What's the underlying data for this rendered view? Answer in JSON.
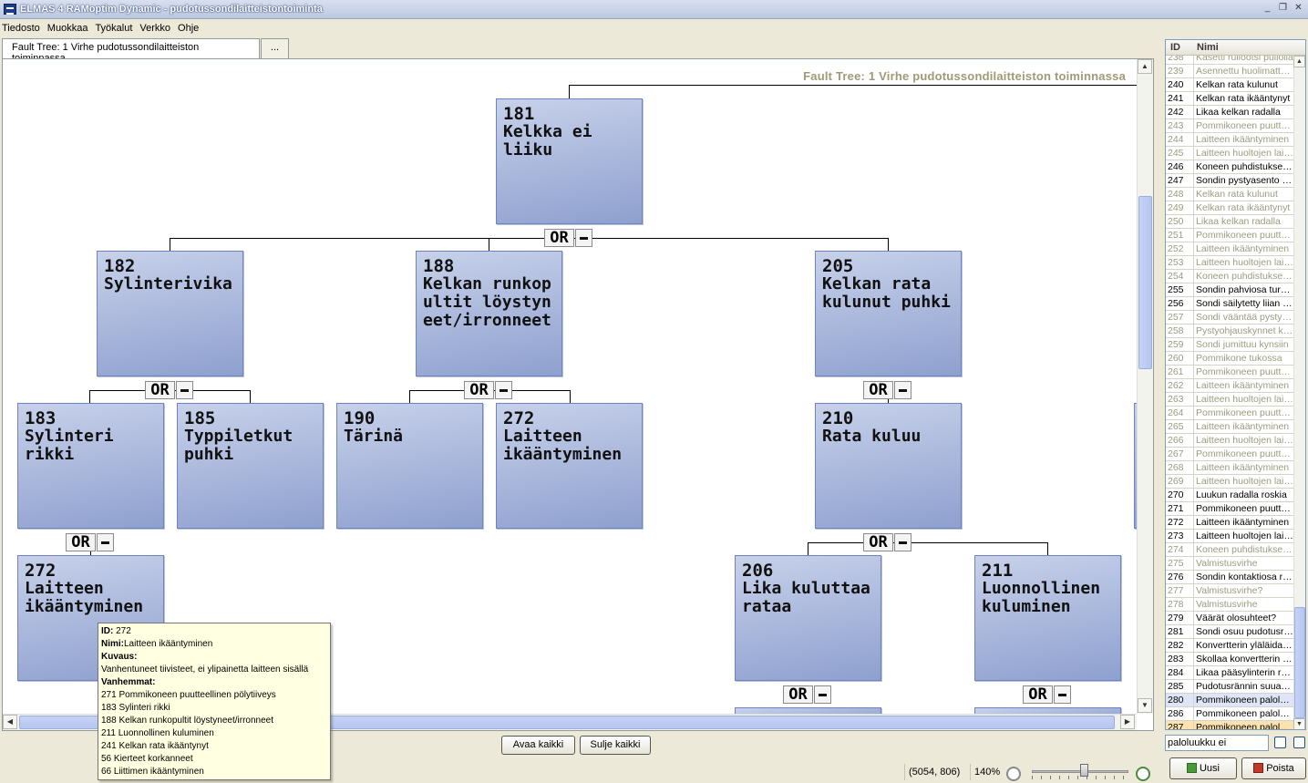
{
  "window": {
    "title": "ELMAS 4 RAMoptim Dynamic - pudotussondilaitteistontoiminta",
    "btn_min": "_",
    "btn_restore": "❐",
    "btn_close": "✕"
  },
  "menu": [
    "Tiedosto",
    "Muokkaa",
    "Työkalut",
    "Verkko",
    "Ohje"
  ],
  "tabs": {
    "active": "Fault Tree: 1 Virhe pudotussondilaitteiston toiminnassa",
    "more": "..."
  },
  "diagram": {
    "header": "Fault Tree: 1 Virhe pudotussondilaitteiston toiminnassa",
    "gate_label": "OR",
    "nodes": [
      {
        "id": "181",
        "name": "Kelkka ei liiku"
      },
      {
        "id": "182",
        "name": "Sylinterivika"
      },
      {
        "id": "188",
        "name": "Kelkan runkopultit löystyneet/irronneet"
      },
      {
        "id": "205",
        "name": "Kelkan rata kulunut puhki"
      },
      {
        "id": "183",
        "name": "Sylinteri rikki"
      },
      {
        "id": "185",
        "name": "Typpiletkut puhki"
      },
      {
        "id": "190",
        "name": "Tärinä"
      },
      {
        "id": "272",
        "name": "Laitteen ikääntyminen"
      },
      {
        "id": "210",
        "name": "Rata kuluu"
      },
      {
        "id": "272",
        "name": "Laitteen ikääntyminen"
      },
      {
        "id": "206",
        "name": "Lika kuluttaa rataa"
      },
      {
        "id": "211",
        "name": "Luonnollinen kuluminen"
      }
    ]
  },
  "tooltip": {
    "id_label": "ID:",
    "id_value": "272",
    "name_label": "Nimi:",
    "name_value": "Laitteen ikääntyminen",
    "desc_label": "Kuvaus:",
    "desc_value": "Vanhentuneet tiivisteet, ei ylipainetta laitteen sisällä",
    "parents_label": "Vanhemmat:",
    "parents": [
      "271 Pommikoneen puutteellinen pölytiiveys",
      "183 Sylinteri rikki",
      "188 Kelkan runkopultit löystyneet/irronneet",
      "211 Luonnollinen kuluminen",
      "241 Kelkan rata ikääntynyt",
      "56 Kierteet korkanneet",
      "66 Liittimen ikääntyminen"
    ]
  },
  "buttons": {
    "open_all": "Avaa kaikki",
    "close_all": "Sulje kaikki"
  },
  "status": {
    "coords": "(5054, 806)",
    "zoom": "140%",
    "zoom_level_fraction": 0.55
  },
  "list": {
    "col_id": "ID",
    "col_name": "Nimi",
    "rows": [
      {
        "id": "238",
        "name": "Kasetti rullootsi pullolla",
        "state": "dim"
      },
      {
        "id": "239",
        "name": "Asennettu huolimattomasti",
        "state": "dim"
      },
      {
        "id": "240",
        "name": "Kelkan rata kulunut",
        "state": "normal"
      },
      {
        "id": "241",
        "name": "Kelkan rata ikääntynyt",
        "state": "normal"
      },
      {
        "id": "242",
        "name": "Likaa kelkan radalla",
        "state": "normal"
      },
      {
        "id": "243",
        "name": "Pommikoneen puutteellinen",
        "state": "dim"
      },
      {
        "id": "244",
        "name": "Laitteen ikääntyminen",
        "state": "dim"
      },
      {
        "id": "245",
        "name": "Laitteen huoltojen laiminlyönti",
        "state": "dim"
      },
      {
        "id": "246",
        "name": "Koneen puhdistuksen laiminlyönti",
        "state": "normal"
      },
      {
        "id": "247",
        "name": "Sondin pystyasento ei toimi",
        "state": "normal"
      },
      {
        "id": "248",
        "name": "Kelkan rata kulunut",
        "state": "dim"
      },
      {
        "id": "249",
        "name": "Kelkan rata ikääntynyt",
        "state": "dim"
      },
      {
        "id": "250",
        "name": "Likaa kelkan radalla",
        "state": "dim"
      },
      {
        "id": "251",
        "name": "Pommikoneen puutteellinen",
        "state": "dim"
      },
      {
        "id": "252",
        "name": "Laitteen ikääntyminen",
        "state": "dim"
      },
      {
        "id": "253",
        "name": "Laitteen huoltojen laiminlyönti",
        "state": "dim"
      },
      {
        "id": "254",
        "name": "Koneen puhdistuksen laiminlyönti",
        "state": "dim"
      },
      {
        "id": "255",
        "name": "Sondin pahviosa turvonnut",
        "state": "normal"
      },
      {
        "id": "256",
        "name": "Sondi säilytetty liian kosteassa",
        "state": "normal"
      },
      {
        "id": "257",
        "name": "Sondi vääntää pystyohjausta",
        "state": "dim"
      },
      {
        "id": "258",
        "name": "Pystyohjauskynnet kuluneet",
        "state": "dim"
      },
      {
        "id": "259",
        "name": "Sondi jumittuu kynsiin",
        "state": "dim"
      },
      {
        "id": "260",
        "name": "Pommikone tukossa",
        "state": "dim"
      },
      {
        "id": "261",
        "name": "Pommikoneen puutteellinen",
        "state": "dim"
      },
      {
        "id": "262",
        "name": "Laitteen ikääntyminen",
        "state": "dim"
      },
      {
        "id": "263",
        "name": "Laitteen huoltojen laiminlyönti",
        "state": "dim"
      },
      {
        "id": "264",
        "name": "Pommikoneen puutteellinen",
        "state": "dim"
      },
      {
        "id": "265",
        "name": "Laitteen ikääntyminen",
        "state": "dim"
      },
      {
        "id": "266",
        "name": "Laitteen huoltojen laiminlyönti",
        "state": "dim"
      },
      {
        "id": "267",
        "name": "Pommikoneen puutteellinen",
        "state": "dim"
      },
      {
        "id": "268",
        "name": "Laitteen ikääntyminen",
        "state": "dim"
      },
      {
        "id": "269",
        "name": "Laitteen huoltojen laiminlyönti",
        "state": "dim"
      },
      {
        "id": "270",
        "name": "Luukun radalla roskia",
        "state": "normal"
      },
      {
        "id": "271",
        "name": "Pommikoneen puutteellinen",
        "state": "normal"
      },
      {
        "id": "272",
        "name": "Laitteen ikääntyminen",
        "state": "normal"
      },
      {
        "id": "273",
        "name": "Laitteen huoltojen laiminlyönti",
        "state": "normal"
      },
      {
        "id": "274",
        "name": "Koneen puhdistuksen laiminlyönti",
        "state": "dim"
      },
      {
        "id": "275",
        "name": "Valmistusvirhe",
        "state": "dim"
      },
      {
        "id": "276",
        "name": "Sondin kontaktiosa rikki",
        "state": "normal"
      },
      {
        "id": "277",
        "name": "Valmistusvirhe?",
        "state": "dim"
      },
      {
        "id": "278",
        "name": "Valmistusvirhe",
        "state": "dim"
      },
      {
        "id": "279",
        "name": "Väärät olosuhteet?",
        "state": "normal"
      },
      {
        "id": "281",
        "name": "Sondi osuu pudotusrännin reunaan",
        "state": "normal"
      },
      {
        "id": "282",
        "name": "Konvertterin yläläidassa",
        "state": "normal"
      },
      {
        "id": "283",
        "name": "Skollaa konvertterin suulla",
        "state": "normal"
      },
      {
        "id": "284",
        "name": "Likaa pääsylinterin radalla",
        "state": "normal"
      },
      {
        "id": "285",
        "name": "Pudotusrännin suuaukko",
        "state": "normal"
      },
      {
        "id": "280",
        "name": "Pommikoneen paloluukku",
        "state": "sel"
      },
      {
        "id": "286",
        "name": "Pommikoneen paloluukku",
        "state": "normal"
      },
      {
        "id": "287",
        "name": "Pommikoneen paloluukku",
        "state": "hl"
      }
    ]
  },
  "search": {
    "value": "paloluukku ei"
  },
  "panel_buttons": {
    "new": "Uusi",
    "delete": "Poista"
  }
}
